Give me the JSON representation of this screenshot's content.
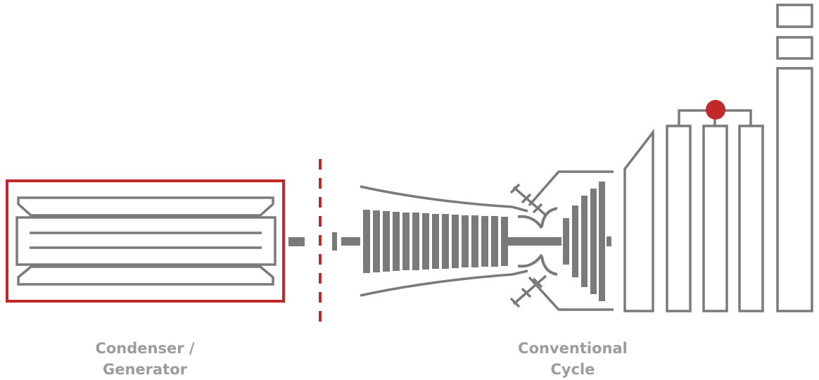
{
  "labels": {
    "condenser_generator": {
      "line1": "Condenser /",
      "line2": "Generator"
    },
    "conventional_cycle": {
      "line1": "Conventional",
      "line2": "Cycle"
    }
  },
  "colors": {
    "machine_gray": "#7a7a7a",
    "highlight_red": "#c0282a",
    "label_gray": "#9c9c9c"
  }
}
